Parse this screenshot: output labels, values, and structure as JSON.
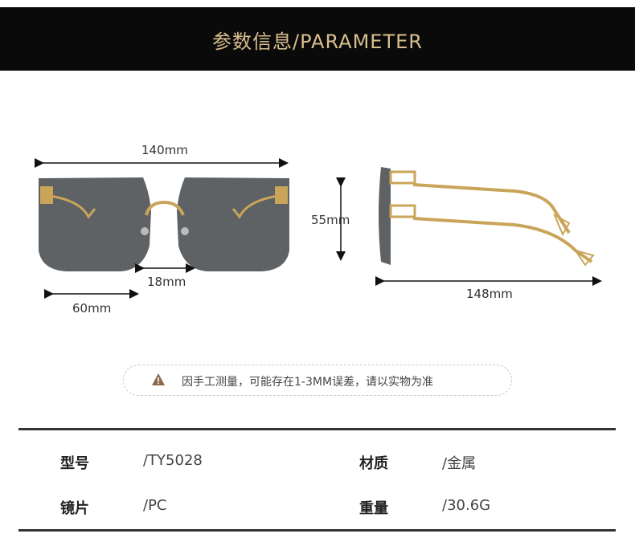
{
  "header": {
    "title": "参数信息/PARAMETER"
  },
  "dimensions": {
    "total_width": "140mm",
    "lens_height": "55mm",
    "bridge": "18mm",
    "lens_width": "60mm",
    "temple_length": "148mm"
  },
  "notice": {
    "text": "因手工测量，可能存在1-3MM误差，请以实物为准"
  },
  "specs": [
    {
      "label": "型号",
      "value": "/TY5028"
    },
    {
      "label": "材质",
      "value": "/金属"
    },
    {
      "label": "镜片",
      "value": "/PC"
    },
    {
      "label": "重量",
      "value": "/30.6G"
    }
  ],
  "colors": {
    "header_bg": "#0a0a0a",
    "header_text": "#d9bf8e",
    "lens": "#5c6062",
    "frame_gold": "#c9a55a"
  }
}
